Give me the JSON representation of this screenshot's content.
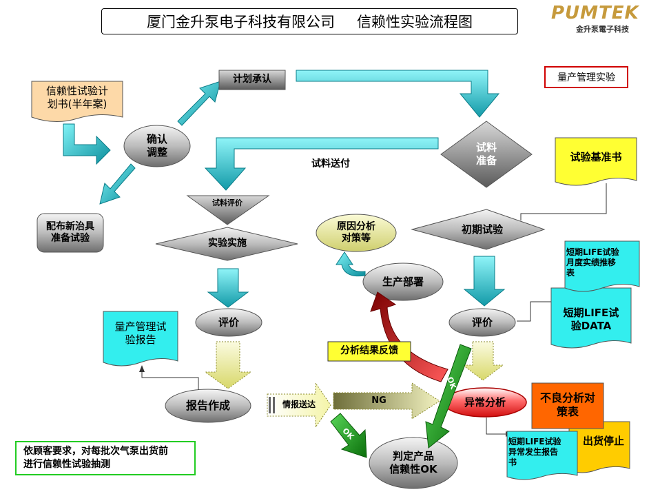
{
  "header": {
    "company": "厦门金升泵电子科技有限公司",
    "chart_title": "信赖性实验流程图",
    "logo_text": "PUMTEK",
    "logo_sub": "金升泵電子科技"
  },
  "nodes": {
    "plan_doc": "信赖性试验计\n划书(半年案)",
    "confirm_adjust": "确认\n调整",
    "plan_approval": "计划承认",
    "material_prep": "试料\n准备",
    "material_send": "试料送付",
    "distribute_tools": "配布新治具\n准备试验",
    "material_eval": "试料评价",
    "experiment": "实验实施",
    "cause_analysis": "原因分析\n对策等",
    "initial_test": "初期试验",
    "production_dept": "生产部署",
    "evaluation_left": "评价",
    "evaluation_right": "评价",
    "mass_report": "量产管理试\n验报告",
    "report_create": "报告作成",
    "info_send": "情报送达",
    "ng": "NG",
    "ok_a": "OK",
    "ok_b": "OK",
    "judge_ok": "判定产品\n信赖性OK",
    "abnormal": "异常分析",
    "feedback": "分析结果反馈",
    "baseline_doc": "试验基准书",
    "life_monthly": "短期LIFE试验\n月度实绩推移\n表",
    "life_data": "短期LIFE试\n验DATA",
    "defect_table": "不良分析对\n策表",
    "stop_ship": "出货停止",
    "life_abnormal": "短期LIFE试验\n异常发生报告\n书"
  },
  "labels": {
    "mass_test": "量产管理实验",
    "customer_note": "依顾客要求，对每批次气泵出货前\n进行信赖性试验抽测"
  },
  "colors": {
    "teal": "#19b8c8",
    "doc_peach": "#fdd9a8",
    "doc_yellow": "#ffff33",
    "doc_cyan": "#33eeee",
    "orange": "#ff6600",
    "amber": "#ffcc00",
    "gray": "#8a8a8a",
    "red": "#d11a1a",
    "olive": "#ecec9a",
    "green": "#22aa22"
  }
}
